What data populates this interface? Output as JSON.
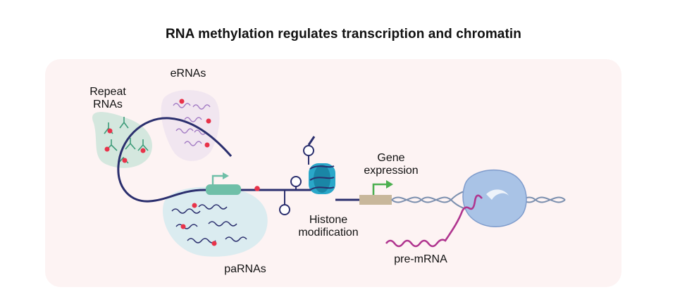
{
  "title": "RNA methylation regulates transcription and chromatin",
  "labels": {
    "repeat_rnas": "Repeat\nRNAs",
    "ernas": "eRNAs",
    "parnas": "paRNAs",
    "histone_modification": "Histone\nmodification",
    "gene_expression": "Gene\nexpression",
    "pre_mrna": "pre-mRNA"
  },
  "colors": {
    "panel_background": "#fdf3f3",
    "chromatin_line": "#2b2f6e",
    "methylation_mark": "#e8334a",
    "promoter": "#6fbfa8",
    "nucleosome": "#2aa7c9",
    "gene_arrow": "#4caf50",
    "polymerase": "#a9c3e6",
    "pre_mrna": "#b0358f",
    "repeat_cloud": "#cfe5dc",
    "erna_cloud": "#f0e4ef",
    "parna_cloud": "#d9ebef",
    "dna_helix": "#7b8fae"
  },
  "icons": [
    "chromatin-loop",
    "promoter-box",
    "transcription-start-arrow",
    "nucleosome",
    "histone-tail-marks",
    "gene-start-arrow",
    "rna-polymerase",
    "dna-double-helix",
    "methylation-dot"
  ]
}
